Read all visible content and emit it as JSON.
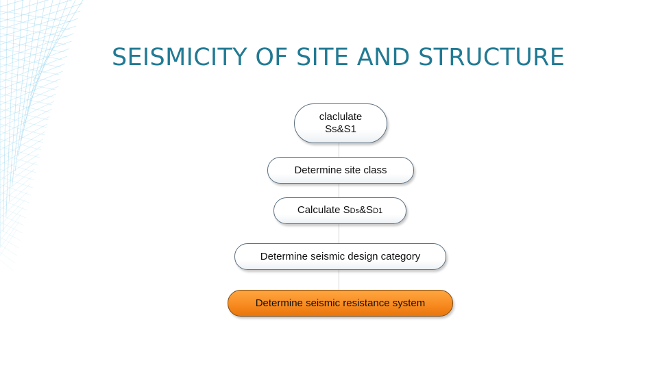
{
  "slide": {
    "title": "SEISMICITY OF SITE AND STRUCTURE"
  },
  "flow": {
    "step1": {
      "line1": "claclulate",
      "line2": "Ss&S1"
    },
    "step2": {
      "label": "Determine site class"
    },
    "step3": {
      "prefix": "Calculate S",
      "sub1": "Ds",
      "mid": "&S",
      "sub2": "D1"
    },
    "step4": {
      "label": "Determine seismic design category"
    },
    "step5": {
      "label": "Determine seismic resistance system"
    }
  },
  "colors": {
    "title": "#217a93",
    "highlight_step": "#f7891f",
    "decoration_lines": "#8fd3ee"
  }
}
